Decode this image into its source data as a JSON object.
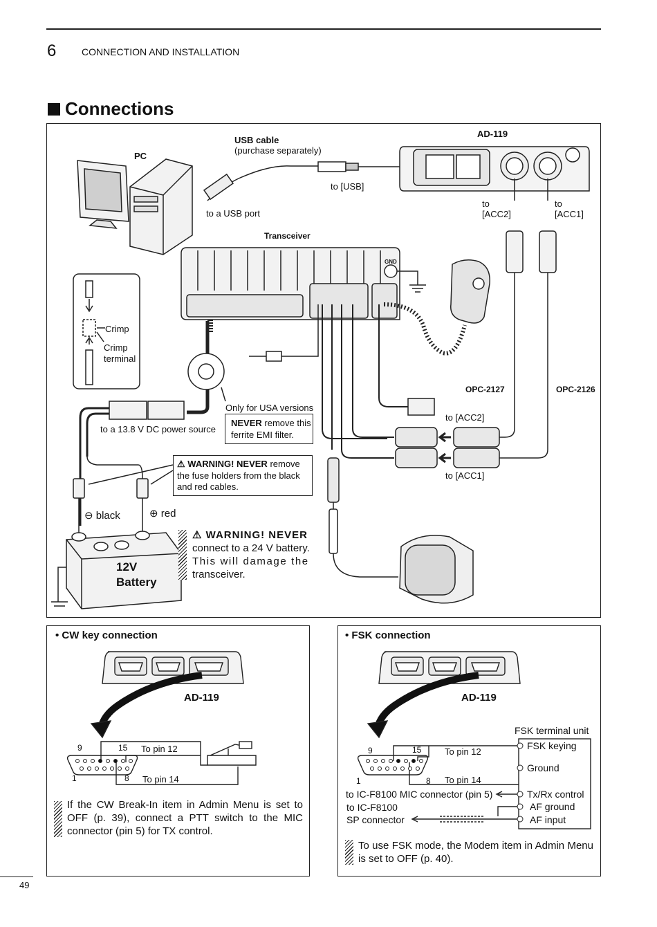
{
  "header": {
    "chapter_number": "6",
    "chapter_title": "CONNECTION AND INSTALLATION"
  },
  "section": {
    "title": "Connections"
  },
  "main_diagram": {
    "pc_label": "PC",
    "usb_cable_label": "USB cable",
    "usb_cable_note": "(purchase separately)",
    "to_usb_port": "to a USB port",
    "to_usb": "to [USB]",
    "ad119_label": "AD-119",
    "to_acc2_a": "to",
    "to_acc2_b": "[ACC2]",
    "to_acc1_a": "to",
    "to_acc1_b": "[ACC1]",
    "transceiver_label": "Transceiver",
    "gnd_label": "GND",
    "crimp_label": "Crimp",
    "crimp_terminal_a": "Crimp",
    "crimp_terminal_b": "terminal",
    "opc2127": "OPC-2127",
    "opc2126": "OPC-2126",
    "only_usa": "Only for USA versions",
    "never_bold": "NEVER",
    "never_rest": " remove this",
    "never_line2": "ferrite EMI filter.",
    "to_power": "to a 13.8 V DC power source",
    "to_acc2_plug": "to [ACC2]",
    "to_acc1_plug": "to [ACC1]",
    "warning1_bold": "⚠ WARNING! NEVER",
    "warning1_rest": " remove",
    "warning1_line2": "the fuse holders from the black",
    "warning1_line3": "and red cables.",
    "black_label": "⊖ black",
    "red_label": "⊕ red",
    "battery_line1": "12V",
    "battery_line2": "Battery",
    "warning2_line1": "⚠ WARNING! NEVER",
    "warning2_line2": "connect to a 24 V battery.",
    "warning2_line3": "This will damage the",
    "warning2_line4": "transceiver."
  },
  "cw_box": {
    "title": "• CW key connection",
    "ad119_label": "AD-119",
    "pin9": "9",
    "pin15": "15",
    "pin1": "1",
    "pin8": "8",
    "to_pin12": "To pin 12",
    "to_pin14": "To pin 14",
    "note": "If the CW Break-In item in Admin Menu is set to OFF (p. 39), connect a PTT switch to the MIC connector (pin 5) for TX control."
  },
  "fsk_box": {
    "title": "• FSK connection",
    "ad119_label": "AD-119",
    "terminal_unit": "FSK terminal unit",
    "pin9": "9",
    "pin15": "15",
    "pin1": "1",
    "pin8": "8",
    "to_pin12": "To pin 12",
    "to_pin14": "To pin 14",
    "fsk_keying": "FSK keying",
    "ground": "Ground",
    "txrx_control": "Tx/Rx control",
    "af_ground": "AF ground",
    "af_input": "AF input",
    "mic_connector": "to IC-F8100 MIC connector (pin 5)",
    "sp_connector_a": "to IC-F8100",
    "sp_connector_b": "SP connector",
    "note": "To use FSK mode, the Modem item in Admin Menu is set to OFF (p. 40)."
  },
  "footer": {
    "page_number": "49"
  }
}
